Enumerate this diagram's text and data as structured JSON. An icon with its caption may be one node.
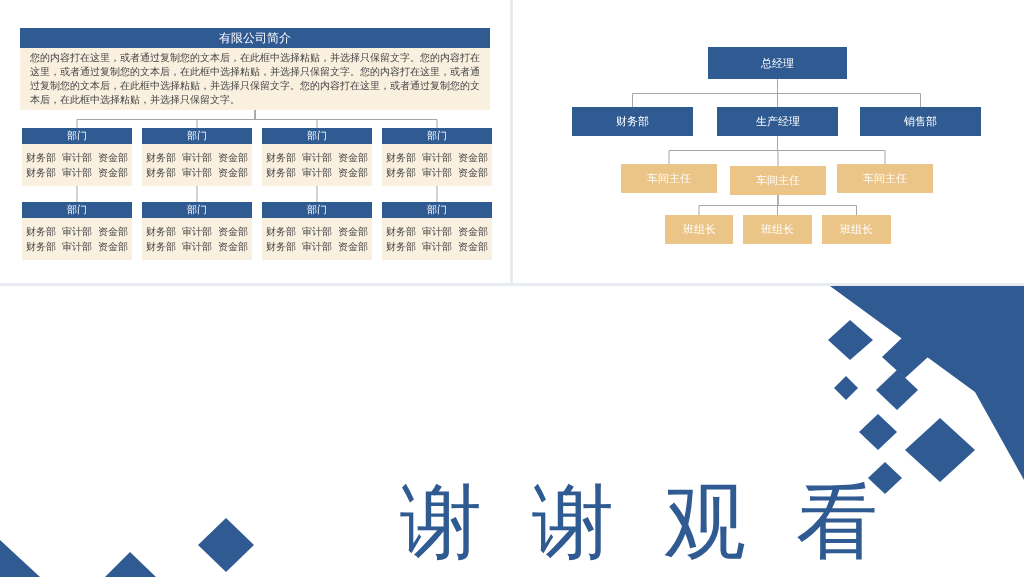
{
  "diagram": {
    "nodes": [
      {
        "text": [
          "有限公司简介",
          "您的内容打在这里，或者通过复制您的文本后，在此框中选择粘贴，并选择只保留文字。您的内容打在这里，或者通过复制您的文本后，在此框中选择粘贴，并选择只保留文字。您的内容打在这里，或者通过复制您的文本后，在此框中选择粘贴，并选择只保留文字。您的内容打在这里，或者通过复制您的文本后，在此框中选择粘贴，并选择只保留文字。"
        ]
      },
      {
        "text": [
          "部门",
          "财务部 审计部 资金部",
          "财务部 审计部 资金部"
        ]
      },
      {
        "text": [
          "部门",
          "财务部 审计部 资金部",
          "财务部 审计部 资金部"
        ]
      },
      {
        "text": [
          "部门",
          "财务部 审计部 资金部",
          "财务部 审计部 资金部"
        ]
      },
      {
        "text": [
          "部门",
          "财务部 审计部 资金部",
          "财务部 审计部 资金部"
        ]
      },
      {
        "text": [
          "部门",
          "财务部 审计部 资金部",
          "财务部 审计部 资金部"
        ]
      },
      {
        "text": [
          "部门",
          "财务部 审计部 资金部",
          "财务部 审计部 资金部"
        ]
      },
      {
        "text": [
          "部门",
          "财务部 审计部 资金部",
          "财务部 审计部 资金部"
        ]
      },
      {
        "text": [
          "部门",
          "财务部 审计部 资金部",
          "财务部 审计部 资金部"
        ]
      },
      {
        "text": [
          "总经理"
        ]
      },
      {
        "text": [
          "财务部"
        ]
      },
      {
        "text": [
          "生产经理"
        ]
      },
      {
        "text": [
          "销售部"
        ]
      },
      {
        "text": [
          "车间主任"
        ]
      },
      {
        "text": [
          "车间主任"
        ]
      },
      {
        "text": [
          "车间主任"
        ]
      },
      {
        "text": [
          "班组长"
        ]
      },
      {
        "text": [
          "班组长"
        ]
      },
      {
        "text": [
          "班组长"
        ]
      }
    ],
    "edges": [
      {
        "from": 0,
        "to": 1,
        "arrow": "none"
      },
      {
        "from": 0,
        "to": 2,
        "arrow": "none"
      },
      {
        "from": 0,
        "to": 3,
        "arrow": "none"
      },
      {
        "from": 0,
        "to": 4,
        "arrow": "none"
      },
      {
        "from": 1,
        "to": 5,
        "arrow": "none"
      },
      {
        "from": 2,
        "to": 6,
        "arrow": "none"
      },
      {
        "from": 3,
        "to": 7,
        "arrow": "none"
      },
      {
        "from": 4,
        "to": 8,
        "arrow": "none"
      },
      {
        "from": 9,
        "to": 10,
        "arrow": "none"
      },
      {
        "from": 9,
        "to": 11,
        "arrow": "none"
      },
      {
        "from": 9,
        "to": 12,
        "arrow": "none"
      },
      {
        "from": 11,
        "to": 13,
        "arrow": "none"
      },
      {
        "from": 11,
        "to": 14,
        "arrow": "none"
      },
      {
        "from": 11,
        "to": 15,
        "arrow": "none"
      },
      {
        "from": 14,
        "to": 16,
        "arrow": "none"
      },
      {
        "from": 14,
        "to": 17,
        "arrow": "none"
      },
      {
        "from": 14,
        "to": 18,
        "arrow": "none"
      }
    ],
    "labels": [
      "谢谢观看"
    ]
  }
}
